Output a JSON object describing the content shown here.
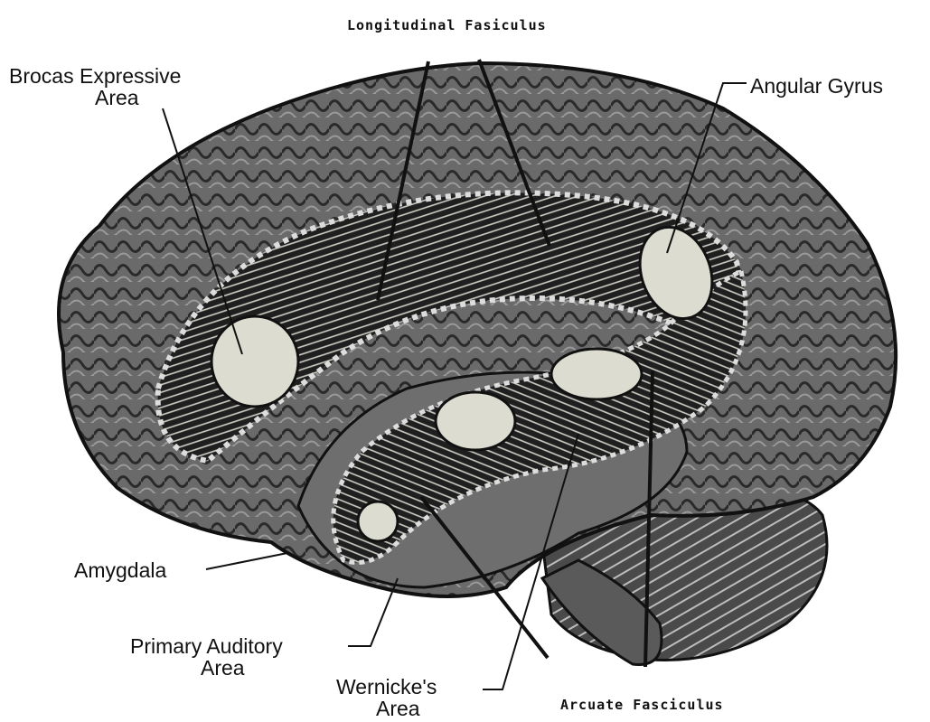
{
  "labels": {
    "longitudinal": "Longitudinal Fasiculus",
    "brocas_line1": "Brocas Expressive",
    "brocas_line2": "Area",
    "angular": "Angular Gyrus",
    "amygdala": "Amygdala",
    "auditory_line1": "Primary Auditory",
    "auditory_line2": "Area",
    "wernicke_line1": "Wernicke's",
    "wernicke_line2": "Area",
    "arcuate": "Arcuate Fasciculus"
  },
  "colors": {
    "ink": "#111111",
    "paper": "#ffffff",
    "brain_shade": "#5a5a5a",
    "brain_light": "#9a9a9a",
    "fiber_bg": "#2a2a2a",
    "spot_fill": "#dcdcd0"
  }
}
